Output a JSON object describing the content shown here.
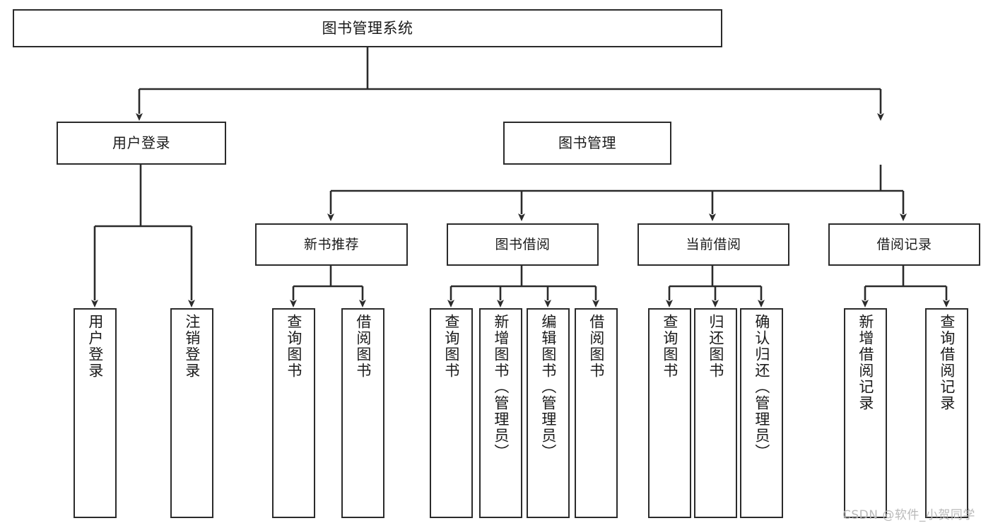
{
  "diagram": {
    "title": "图书管理系统",
    "type": "hierarchy-tree",
    "stroke_color": "#2b2b2b",
    "fill_color": "#ffffff",
    "text_color": "#1a1a1a",
    "root": {
      "label": "图书管理系统"
    },
    "level1": [
      {
        "label": "用户登录"
      },
      {
        "label": "图书管理"
      }
    ],
    "level2": [
      {
        "label": "新书推荐"
      },
      {
        "label": "图书借阅"
      },
      {
        "label": "当前借阅"
      },
      {
        "label": "借阅记录"
      }
    ],
    "leaves": [
      {
        "label": "用户登录",
        "parent": "用户登录"
      },
      {
        "label": "注销登录",
        "parent": "用户登录"
      },
      {
        "label": "查询图书",
        "parent": "新书推荐"
      },
      {
        "label": "借阅图书",
        "parent": "新书推荐"
      },
      {
        "label": "查询图书",
        "parent": "图书借阅"
      },
      {
        "label": "新增图书（管理员）",
        "parent": "图书借阅"
      },
      {
        "label": "编辑图书（管理员）",
        "parent": "图书借阅"
      },
      {
        "label": "借阅图书",
        "parent": "图书借阅"
      },
      {
        "label": "查询图书",
        "parent": "当前借阅"
      },
      {
        "label": "归还图书",
        "parent": "当前借阅"
      },
      {
        "label": "确认归还（管理员）",
        "parent": "当前借阅"
      },
      {
        "label": "新增借阅记录",
        "parent": "借阅记录"
      },
      {
        "label": "查询借阅记录",
        "parent": "借阅记录"
      }
    ]
  },
  "watermark": {
    "text": "CSDN @软件_小贺同学"
  }
}
